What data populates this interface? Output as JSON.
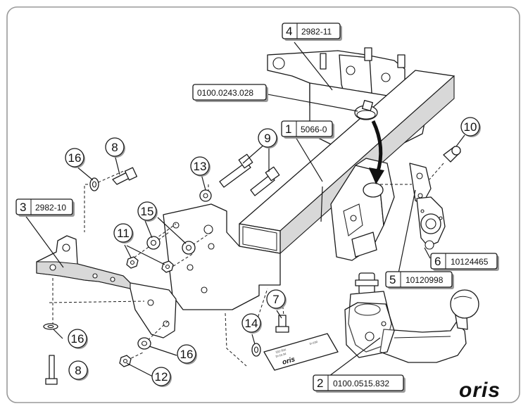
{
  "callouts": [
    {
      "num": "1",
      "code": "5066-0"
    },
    {
      "num": "2",
      "code": "0100.0515.832"
    },
    {
      "num": "3",
      "code": "2982-10"
    },
    {
      "num": "4",
      "code": "2982-11"
    },
    {
      "num": "5",
      "code": "10120998"
    },
    {
      "num": "6",
      "code": "10124465"
    }
  ],
  "plain_label": {
    "code": "0100.0243.028"
  },
  "circles": [
    "7",
    "8",
    "9",
    "10",
    "11",
    "12",
    "13",
    "14",
    "15",
    "16",
    "8",
    "16",
    "16"
  ],
  "plate": {
    "brand": "oris"
  },
  "brand": "oris",
  "icons": {
    "arrow": "curved-arrow-icon"
  }
}
